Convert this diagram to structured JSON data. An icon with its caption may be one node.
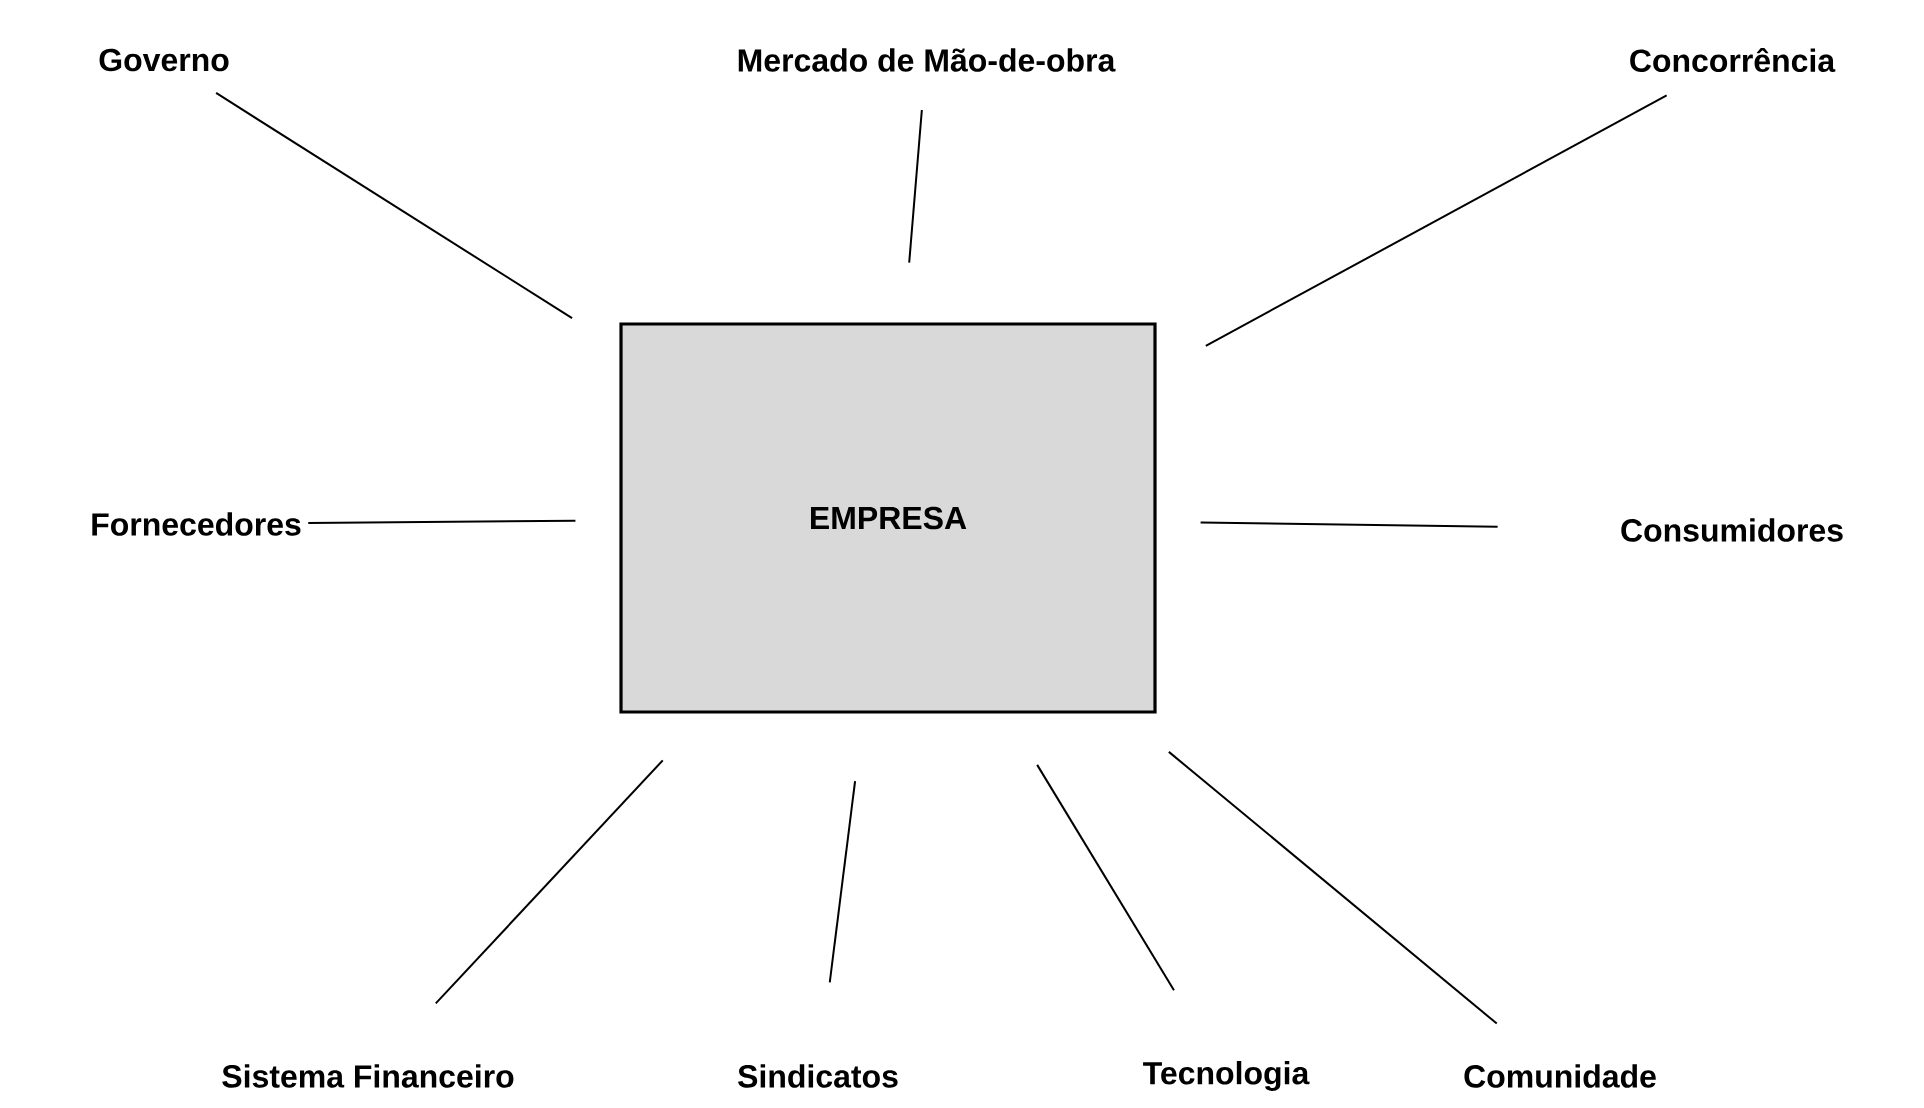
{
  "diagram": {
    "nodes": [
      {
        "text": [
          "Governo"
        ]
      },
      {
        "text": [
          "Mercado de Mão-de-obra"
        ]
      },
      {
        "text": [
          "Concorrência"
        ]
      },
      {
        "text": [
          "Fornecedores"
        ]
      },
      {
        "text": [
          "EMPRESA"
        ]
      },
      {
        "text": [
          "Consumidores"
        ]
      },
      {
        "text": [
          "Sistema Financeiro"
        ]
      },
      {
        "text": [
          "Sindicatos"
        ]
      },
      {
        "text": [
          "Tecnologia"
        ]
      },
      {
        "text": [
          "Comunidade"
        ]
      }
    ],
    "edges": [
      {
        "from": 0,
        "to": 4,
        "arrow": "none"
      },
      {
        "from": 1,
        "to": 4,
        "arrow": "none"
      },
      {
        "from": 2,
        "to": 4,
        "arrow": "none"
      },
      {
        "from": 3,
        "to": 4,
        "arrow": "none"
      },
      {
        "from": 5,
        "to": 4,
        "arrow": "none"
      },
      {
        "from": 6,
        "to": 4,
        "arrow": "none"
      },
      {
        "from": 7,
        "to": 4,
        "arrow": "none"
      },
      {
        "from": 8,
        "to": 4,
        "arrow": "none"
      },
      {
        "from": 9,
        "to": 4,
        "arrow": "none"
      }
    ]
  }
}
